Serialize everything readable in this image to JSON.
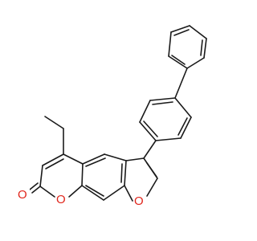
{
  "molecule": {
    "atoms": {
      "carbonyl_oxygen": "O",
      "pyranone_ring_oxygen": "O",
      "furan_ring_oxygen": "O"
    },
    "colors": {
      "bond": "#1a1a1a",
      "heteroatom_oxygen": "#e0261c",
      "background": "#ffffff"
    }
  }
}
